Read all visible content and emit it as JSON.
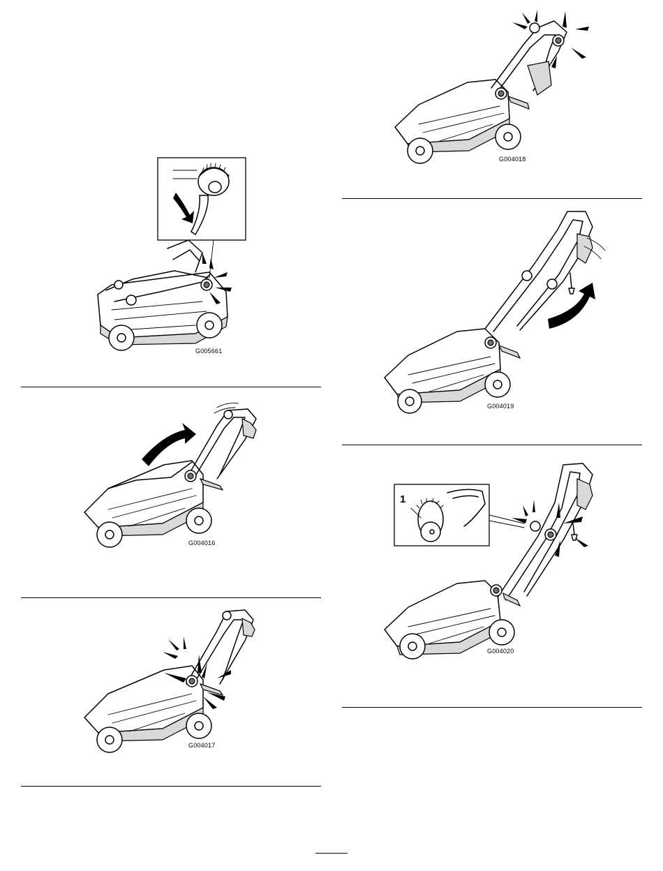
{
  "figures": [
    {
      "id": "fig1",
      "code": "G005661",
      "depicts": "mower with handle folded onto deck, knob detail inset"
    },
    {
      "id": "fig2",
      "code": "G004016",
      "depicts": "raising upper handle, arrow"
    },
    {
      "id": "fig3",
      "code": "G004017",
      "depicts": "tightening knobs on lower handle"
    },
    {
      "id": "fig4",
      "code": "G004018",
      "depicts": "tightening knobs on upper handle"
    },
    {
      "id": "fig5",
      "code": "G004019",
      "depicts": "rotating handle upward, arrow"
    },
    {
      "id": "fig6",
      "code": "G004020",
      "depicts": "height adjustment knob detail",
      "callout": "1"
    }
  ],
  "colors": {
    "line": "#000000",
    "paper": "#ffffff",
    "shade": "#d9d9d9",
    "dark": "#6e6e6e"
  }
}
